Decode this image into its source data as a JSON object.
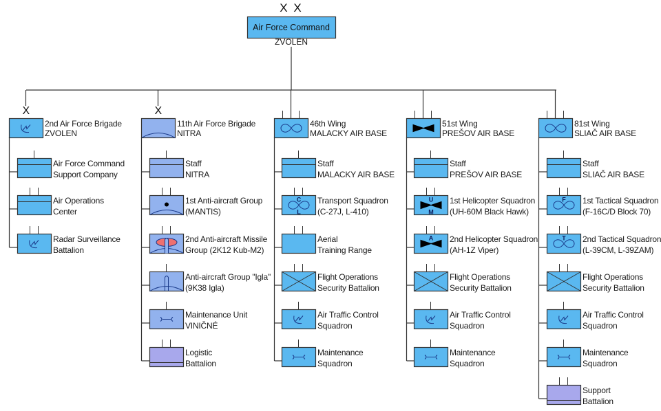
{
  "colors": {
    "air_unit_fill": "#5ab8f0",
    "ad_unit_fill": "#92b2ee",
    "logistic_fill": "#a8a8ec",
    "line": "#333333",
    "symbol": "#1a3a8a",
    "missile_red": "#ee7070"
  },
  "headquarters": {
    "echelon": "X X",
    "title": "Air Force Command",
    "location": "ZVOLEN"
  },
  "columns": [
    {
      "id": "2nd-brigade",
      "head": {
        "echelon": "X",
        "symbol": "radar",
        "fill": "air",
        "line1": "2nd Air Force Brigade",
        "line2": "ZVOLEN"
      },
      "units": [
        {
          "size": "I",
          "symbol": "staff",
          "fill": "air",
          "line1": "Air Force Command",
          "line2": "Support Company"
        },
        {
          "size": "II",
          "symbol": "staff",
          "fill": "air",
          "line1": "Air Operations",
          "line2": "Center"
        },
        {
          "size": "II",
          "symbol": "radar",
          "fill": "air",
          "line1": "Radar Surveillance",
          "line2": "Battalion"
        }
      ]
    },
    {
      "id": "11th-brigade",
      "head": {
        "echelon": "X",
        "symbol": "ad",
        "fill": "ad",
        "line1": "11th Air Force Brigade",
        "line2": "NITRA"
      },
      "units": [
        {
          "size": "I",
          "symbol": "staff",
          "fill": "ad",
          "line1": "Staff",
          "line2": "NITRA"
        },
        {
          "size": "II",
          "symbol": "ad-dot",
          "fill": "ad",
          "line1": "1st Anti-aircraft Group",
          "line2": "(MANTIS)"
        },
        {
          "size": "II",
          "symbol": "ad-missile-red",
          "fill": "ad",
          "line1": "2nd Anti-aircraft Missile",
          "line2": "Group (2K12 Kub-M2)"
        },
        {
          "size": "I",
          "symbol": "ad-missile",
          "fill": "ad",
          "line1": "Anti-aircraft Group \"Igla\"",
          "line2": "(9K38 Igla)"
        },
        {
          "size": "I",
          "symbol": "maintenance",
          "fill": "ad",
          "line1": "Maintenance Unit",
          "line2": "VINIČNÉ"
        },
        {
          "size": "II",
          "symbol": "logistic",
          "fill": "logistic",
          "line1": "Logistic",
          "line2": "Battalion"
        }
      ]
    },
    {
      "id": "46th-wing",
      "head": {
        "echelon": "III",
        "symbol": "fixed-wing",
        "fill": "air",
        "line1": "46th Wing",
        "line2": "MALACKY AIR BASE"
      },
      "units": [
        {
          "size": "I",
          "symbol": "staff",
          "fill": "air",
          "line1": "Staff",
          "line2": "MALACKY AIR BASE"
        },
        {
          "size": "II",
          "symbol": "fixed-wing",
          "letter_top": "C",
          "letter_bottom": "L",
          "fill": "air",
          "line1": "Transport Squadron",
          "line2": "(C-27J, L-410)"
        },
        {
          "size": "II",
          "symbol": "none",
          "fill": "air",
          "line1": "Aerial",
          "line2": "Training Range"
        },
        {
          "size": "II",
          "symbol": "infantry",
          "fill": "air",
          "line1": "Flight Operations",
          "line2": "Security Battalion"
        },
        {
          "size": "I",
          "symbol": "radar",
          "fill": "air",
          "line1": "Air Traffic Control",
          "line2": "Squadron"
        },
        {
          "size": "I",
          "symbol": "maintenance",
          "fill": "air",
          "line1": "Maintenance",
          "line2": "Squadron"
        }
      ]
    },
    {
      "id": "51st-wing",
      "head": {
        "echelon": "III",
        "symbol": "rotary-wing",
        "fill": "air",
        "line1": "51st Wing",
        "line2": "PREŠOV AIR BASE"
      },
      "units": [
        {
          "size": "I",
          "symbol": "staff",
          "fill": "air",
          "line1": "Staff",
          "line2": "PREŠOV AIR BASE"
        },
        {
          "size": "II",
          "symbol": "rotary-wing",
          "letter_top": "U",
          "letter_bottom": "M",
          "fill": "air",
          "line1": "1st Helicopter Squadron",
          "line2": "(UH-60M Black Hawk)"
        },
        {
          "size": "II",
          "symbol": "rotary-wing",
          "letter_top": "A",
          "fill": "air",
          "line1": "2nd Helicopter Squadron",
          "line2": "(AH-1Z Viper)"
        },
        {
          "size": "II",
          "symbol": "infantry",
          "fill": "air",
          "line1": "Flight Operations",
          "line2": "Security Battalion"
        },
        {
          "size": "I",
          "symbol": "radar",
          "fill": "air",
          "line1": "Air Traffic Control",
          "line2": "Squadron"
        },
        {
          "size": "I",
          "symbol": "maintenance",
          "fill": "air",
          "line1": "Maintenance",
          "line2": "Squadron"
        }
      ]
    },
    {
      "id": "81st-wing",
      "head": {
        "echelon": "III",
        "symbol": "fixed-wing",
        "fill": "air",
        "line1": "81st Wing",
        "line2": "SLIAČ AIR BASE"
      },
      "units": [
        {
          "size": "I",
          "symbol": "staff",
          "fill": "air",
          "line1": "Staff",
          "line2": "SLIAČ AIR BASE"
        },
        {
          "size": "II",
          "symbol": "fixed-wing",
          "letter_top": "F",
          "fill": "air",
          "line1": "1st Tactical Squadron",
          "line2": "(F-16C/D Block 70)"
        },
        {
          "size": "II",
          "symbol": "fixed-wing",
          "letter_top": "T",
          "fill": "air",
          "line1": "2nd Tactical Squadron",
          "line2": "(L-39CM, L-39ZAM)"
        },
        {
          "size": "II",
          "symbol": "infantry",
          "fill": "air",
          "line1": "Flight Operations",
          "line2": "Security Battalion"
        },
        {
          "size": "I",
          "symbol": "radar",
          "fill": "air",
          "line1": "Air Traffic Control",
          "line2": "Squadron"
        },
        {
          "size": "I",
          "symbol": "maintenance",
          "fill": "air",
          "line1": "Maintenance",
          "line2": "Squadron"
        },
        {
          "size": "II",
          "symbol": "logistic",
          "fill": "logistic",
          "line1": "Support",
          "line2": "Battalion"
        }
      ]
    }
  ]
}
